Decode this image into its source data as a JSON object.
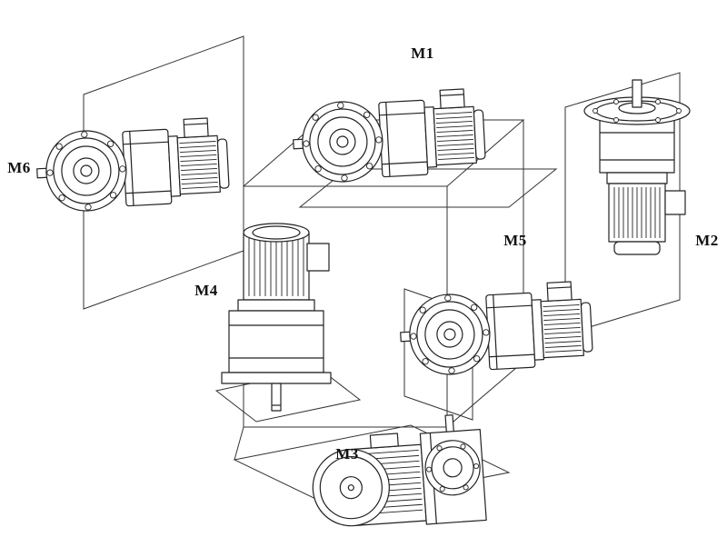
{
  "page": {
    "background": "#ffffff",
    "line_color": "#222222",
    "description_labels_only": true
  },
  "labels": {
    "m1": "M1",
    "m2": "M2",
    "m3": "M3",
    "m4": "M4",
    "m5": "M5",
    "m6": "M6"
  }
}
